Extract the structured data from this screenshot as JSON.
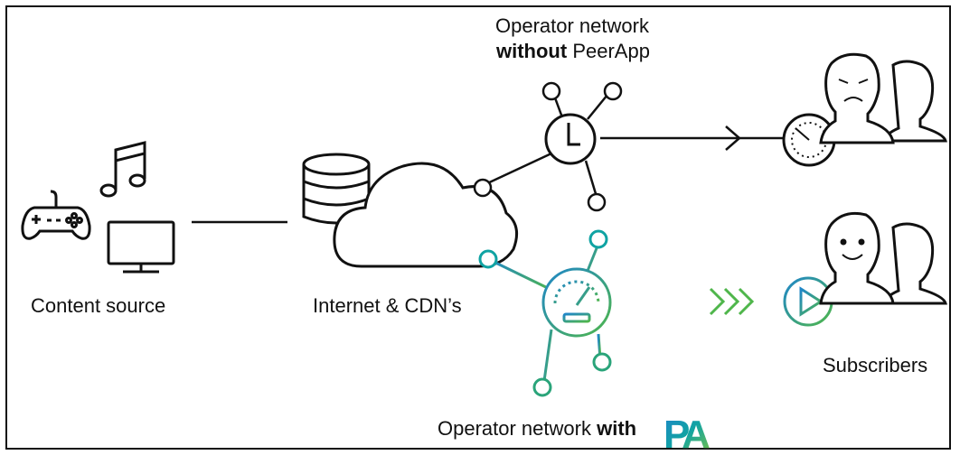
{
  "labels": {
    "content_source": "Content source",
    "internet_cdn": "Internet & CDN’s",
    "subscribers": "Subscribers",
    "without_line1": "Operator network",
    "without_bold": "without",
    "without_rest": "PeerApp",
    "with_text": "Operator network",
    "with_bold": "with",
    "logo_text": "PA"
  },
  "icons": {
    "content": [
      "game-controller-icon",
      "music-note-icon",
      "monitor-icon"
    ],
    "internet": [
      "database-icon",
      "cloud-icon"
    ],
    "without_hub": "clock-icon",
    "with_hub": "speedometer-icon",
    "slow_sub": "slow-timer-icon",
    "fast_sub": "play-icon",
    "users": [
      "sad-user-icon",
      "happy-user-icon"
    ]
  },
  "colors": {
    "stroke": "#111111",
    "accent_blue": "#1f86c9",
    "accent_teal": "#10a3a3",
    "accent_green": "#4fb64b"
  }
}
